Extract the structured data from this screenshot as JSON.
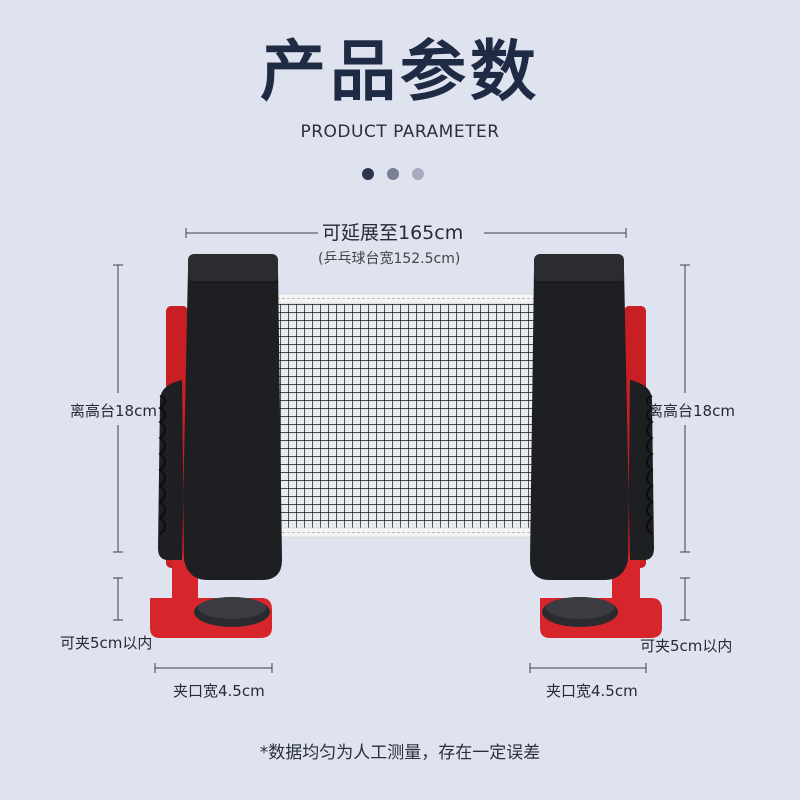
{
  "header": {
    "title": "产品参数",
    "subtitle": "PRODUCT PARAMETER"
  },
  "dots": [
    "#2d3550",
    "#7a8196",
    "#a6acbd"
  ],
  "dimensions": {
    "extend_label": "可延展至165cm",
    "table_width_note": "(乒乓球台宽152.5cm)",
    "height_left": "离高台18cm",
    "height_right": "离高台18cm",
    "clamp_left": "可夹5cm以内",
    "clamp_right": "可夹5cm以内",
    "mouth_left": "夹口宽4.5cm",
    "mouth_right": "夹口宽4.5cm"
  },
  "footnote": "*数据均匀为人工测量，存在一定误差",
  "colors": {
    "background": "#dfe3f0",
    "post": "#1e1f22",
    "clamp": "#d7262b",
    "net": "#151515"
  }
}
